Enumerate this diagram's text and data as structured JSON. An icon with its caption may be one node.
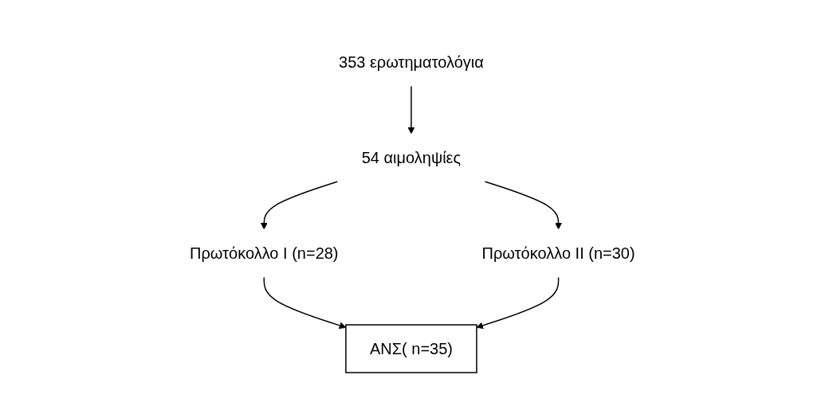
{
  "diagram": {
    "nodes": [
      {
        "text": [
          "353 ερωτηματολόγια"
        ]
      },
      {
        "text": [
          "54 αιμοληψίες"
        ]
      },
      {
        "text": [
          "Πρωτόκολλο Ι (n=28)"
        ]
      },
      {
        "text": [
          "Πρωτόκολλο ΙΙ (n=30)"
        ]
      },
      {
        "text": [
          "ΑΝΣ( n=35)"
        ]
      }
    ],
    "edges": [
      {
        "from": 0,
        "to": 1,
        "arrow": "to"
      },
      {
        "from": 1,
        "to": 2,
        "arrow": "to"
      },
      {
        "from": 1,
        "to": 3,
        "arrow": "to"
      },
      {
        "from": 2,
        "to": 4,
        "arrow": "to"
      },
      {
        "from": 3,
        "to": 4,
        "arrow": "to"
      }
    ]
  }
}
